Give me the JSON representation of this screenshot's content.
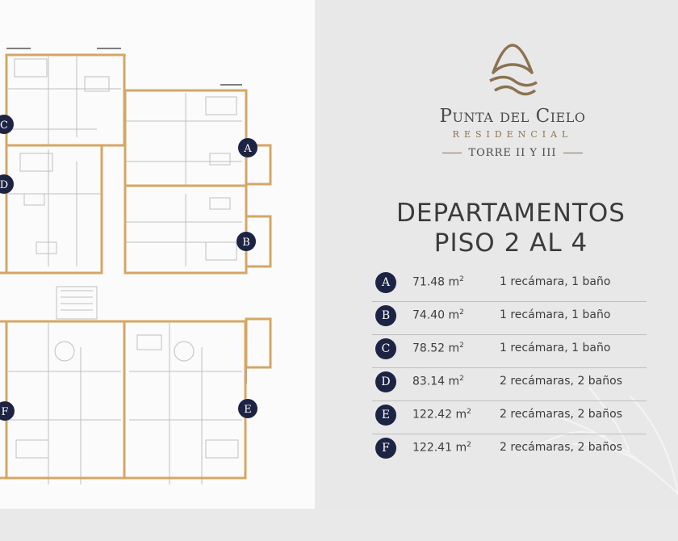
{
  "brand": {
    "name": "Punta del Cielo",
    "subtitle": "RESIDENCIAL",
    "tower": "TORRE II Y III"
  },
  "heading": {
    "line1": "DEPARTAMENTOS",
    "line2": "PISO 2 AL 4"
  },
  "area_unit": "m",
  "area_exponent": "2",
  "units": [
    {
      "letter": "A",
      "area": "71.48",
      "description": "1 recámara, 1 baño"
    },
    {
      "letter": "B",
      "area": "74.40",
      "description": "1 recámara, 1 baño"
    },
    {
      "letter": "C",
      "area": "78.52",
      "description": "1 recámara, 1 baño"
    },
    {
      "letter": "D",
      "area": "83.14",
      "description": "2 recámaras, 2 baños"
    },
    {
      "letter": "E",
      "area": "122.42",
      "description": "2 recámaras, 2 baños"
    },
    {
      "letter": "F",
      "area": "122.41",
      "description": "2 recámaras, 2 baños"
    }
  ],
  "plan_labels": {
    "A": "A",
    "B": "B",
    "C": "C",
    "D": "D",
    "E": "E",
    "F": "F"
  },
  "colors": {
    "badge": "#1d2342",
    "outline": "#d4a764",
    "gold": "#8b7250"
  }
}
